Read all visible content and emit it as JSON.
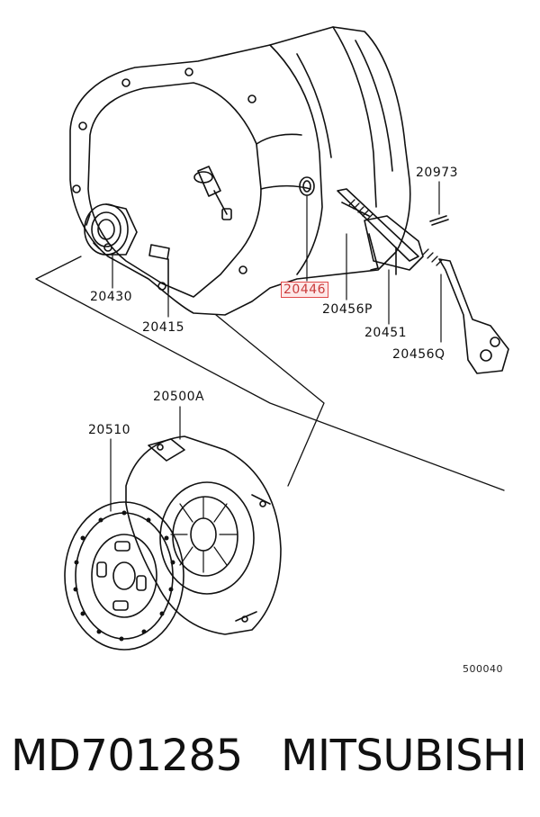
{
  "labels": {
    "p20973": "20973",
    "p20430": "20430",
    "p20446": "20446",
    "p20456P": "20456P",
    "p20415": "20415",
    "p20451": "20451",
    "p20456Q": "20456Q",
    "p20500A": "20500A",
    "p20510": "20510"
  },
  "highlighted_part": "20446",
  "highlight_color": "#e04a4a",
  "figure_code": "500040",
  "footer": {
    "part_number": "MD701285",
    "brand": "MITSUBISHI"
  }
}
